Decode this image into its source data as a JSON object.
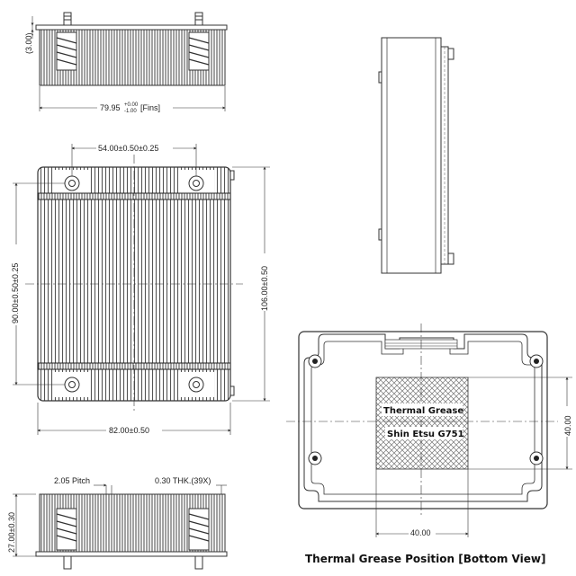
{
  "drawing": {
    "top_view": {
      "height_dim": "(3.00)",
      "fins_width": "79.95",
      "fins_tol_plus": "+0.00",
      "fins_tol_minus": "-1.00",
      "fins_suffix": "[Fins]"
    },
    "plan_view": {
      "hole_spacing_dim": "54.00±0.50±0.25",
      "vertical_hole_dim": "90.00±0.50±0.25",
      "overall_height_dim": "106.00±0.50",
      "overall_width_dim": "82.00±0.50"
    },
    "front_view": {
      "pitch_label": "2.05 Pitch",
      "thickness_label": "0.30 THK.(39X)",
      "height_dim": "27.00±0.30"
    },
    "bottom_view": {
      "grease_line1": "Thermal Grease",
      "grease_line2": "Shin Etsu G751",
      "grease_height_dim": "40.00",
      "grease_width_dim": "40.00",
      "caption": "Thermal Grease Position [Bottom View]"
    }
  },
  "colors": {
    "line": "#333333",
    "fin": "#555555",
    "hatch": "#777777"
  }
}
